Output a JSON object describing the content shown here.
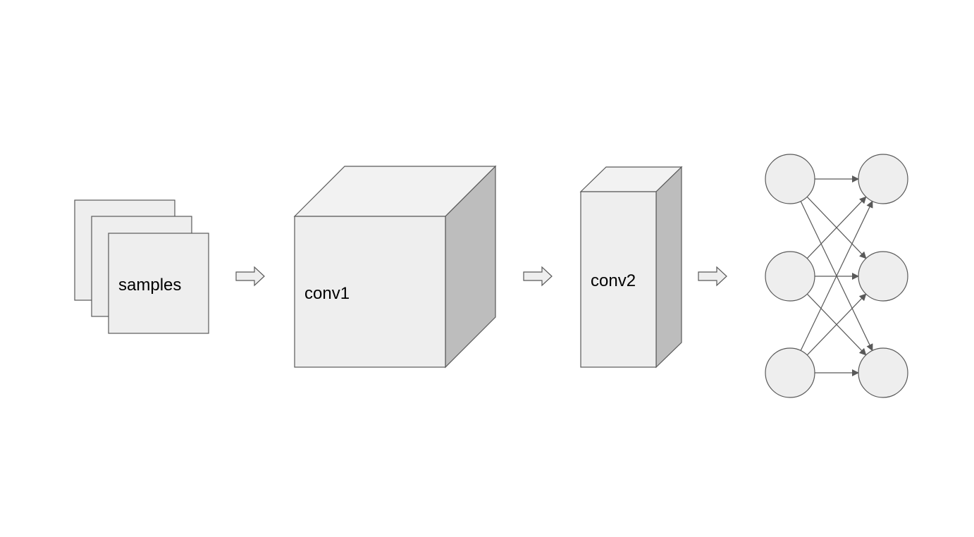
{
  "labels": {
    "samples": "samples",
    "conv1": "conv1",
    "conv2": "conv2"
  },
  "colors": {
    "face_light": "#eeeeee",
    "face_top": "#f2f2f2",
    "face_side": "#bdbdbd",
    "stroke": "#595959",
    "node_fill": "#eeeeee"
  },
  "network": {
    "input_nodes": 3,
    "output_nodes": 3,
    "fully_connected": true
  }
}
